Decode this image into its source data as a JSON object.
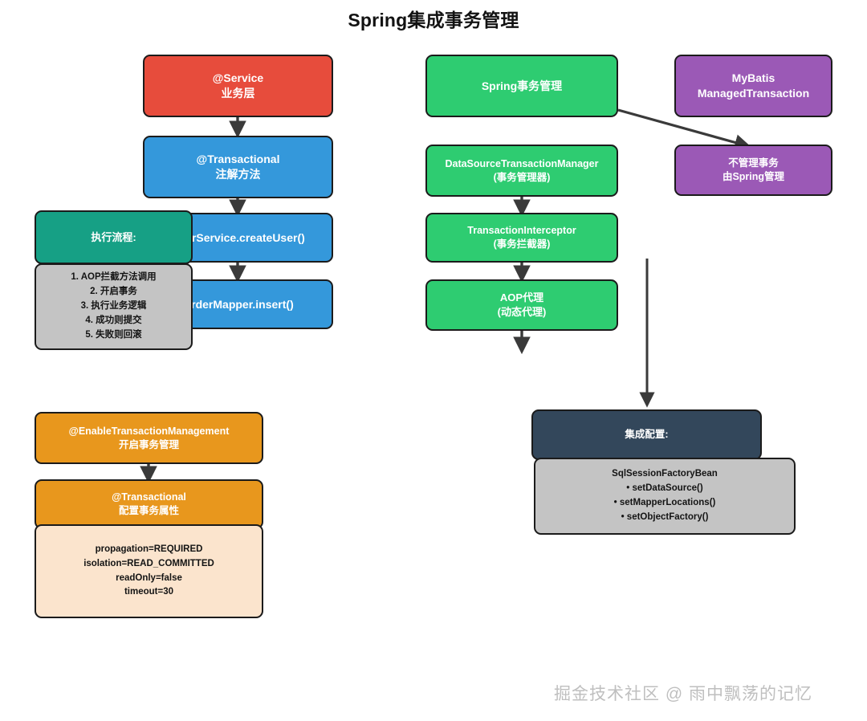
{
  "title": "Spring集成事务管理",
  "watermark": "掘金技术社区 @ 雨中飘荡的记忆",
  "colors": {
    "red": "#e74c3c",
    "blue": "#3498db",
    "green": "#2ecc71",
    "teal": "#16a085",
    "purple": "#9b59b6",
    "orange": "#e8971d",
    "navy": "#33475b",
    "gray": "#c4c4c4",
    "peach": "#fbe4cd",
    "stroke": "#1b1b1b",
    "arrow": "#3a3a3a"
  },
  "left_column": {
    "service": {
      "line1": "@Service",
      "line2": "业务层"
    },
    "transactional": {
      "line1": "@Transactional",
      "line2": "注解方法"
    },
    "create_user": {
      "line1": "UserService.createUser()"
    },
    "order_insert": {
      "line1": "OrderMapper.insert()"
    }
  },
  "flow_panel": {
    "header": "执行流程:",
    "steps": [
      "1. AOP拦截方法调用",
      "2. 开启事务",
      "3. 执行业务逻辑",
      "4. 成功则提交",
      "5. 失败则回滚"
    ]
  },
  "middle_column": {
    "spring_tx": {
      "line1": "Spring事务管理"
    },
    "tx_manager": {
      "line1": "DataSourceTransactionManager",
      "line2": "(事务管理器)"
    },
    "tx_interceptor": {
      "line1": "TransactionInterceptor",
      "line2": "(事务拦截器)"
    },
    "aop_proxy": {
      "line1": "AOP代理",
      "line2": "(动态代理)"
    }
  },
  "right_column": {
    "mybatis": {
      "line1": "MyBatis",
      "line2": "ManagedTransaction"
    },
    "not_managed": {
      "line1": "不管理事务",
      "line2": "由Spring管理"
    }
  },
  "config_section": {
    "enable_tx": {
      "line1": "@EnableTransactionManagement",
      "line2": "开启事务管理"
    },
    "transactional_attr": {
      "line1": "@Transactional",
      "line2": "配置事务属性"
    },
    "attributes": [
      "propagation=REQUIRED",
      "isolation=READ_COMMITTED",
      "readOnly=false",
      "timeout=30"
    ]
  },
  "integration_section": {
    "header": "集成配置:",
    "items": [
      "SqlSessionFactoryBean",
      "• setDataSource()",
      "• setMapperLocations()",
      "• setObjectFactory()"
    ]
  }
}
